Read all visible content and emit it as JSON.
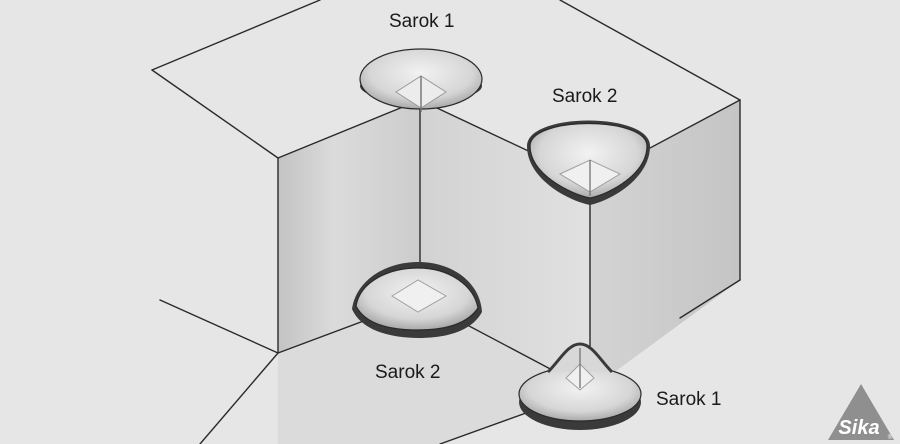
{
  "labels": {
    "top_left": "Sarok 1",
    "top_right": "Sarok 2",
    "bottom_left": "Sarok 2",
    "bottom_right": "Sarok 1"
  },
  "logo": {
    "brand": "Sika",
    "mark": "®",
    "color": "#8f8f8f"
  },
  "colors": {
    "background": "#e6e6e6",
    "line": "#2a2a2a",
    "seal_band": "#3a3a3a"
  }
}
